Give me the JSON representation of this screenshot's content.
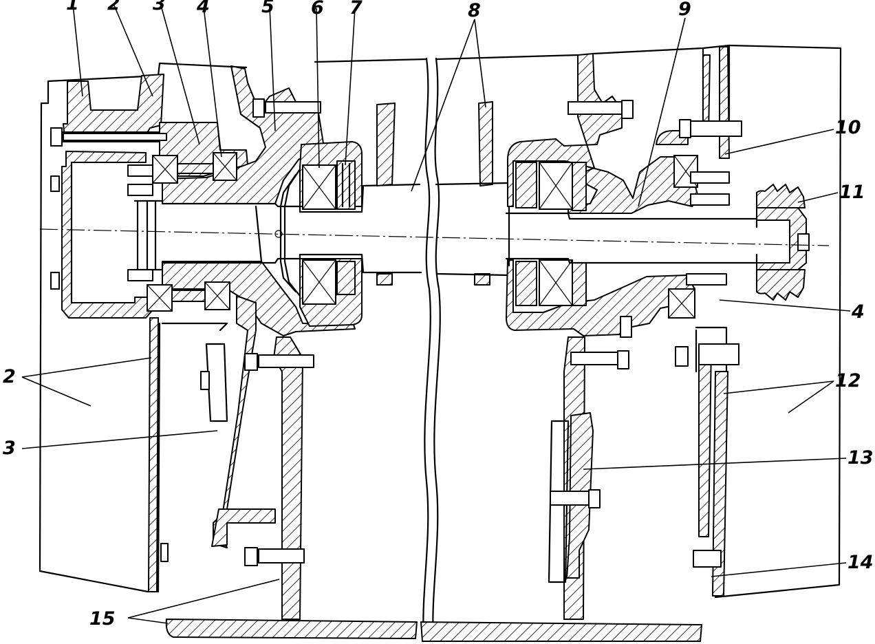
{
  "labels": {
    "l1": "1",
    "l2": "2",
    "l3": "3",
    "l4": "4",
    "l5": "5",
    "l6": "6",
    "l7": "7",
    "l8": "8",
    "l9": "9",
    "l10": "10",
    "l11": "11",
    "l2b": "2",
    "l3b": "3",
    "l4b": "4",
    "l12": "12",
    "l13": "13",
    "l14": "14",
    "l15": "15"
  }
}
